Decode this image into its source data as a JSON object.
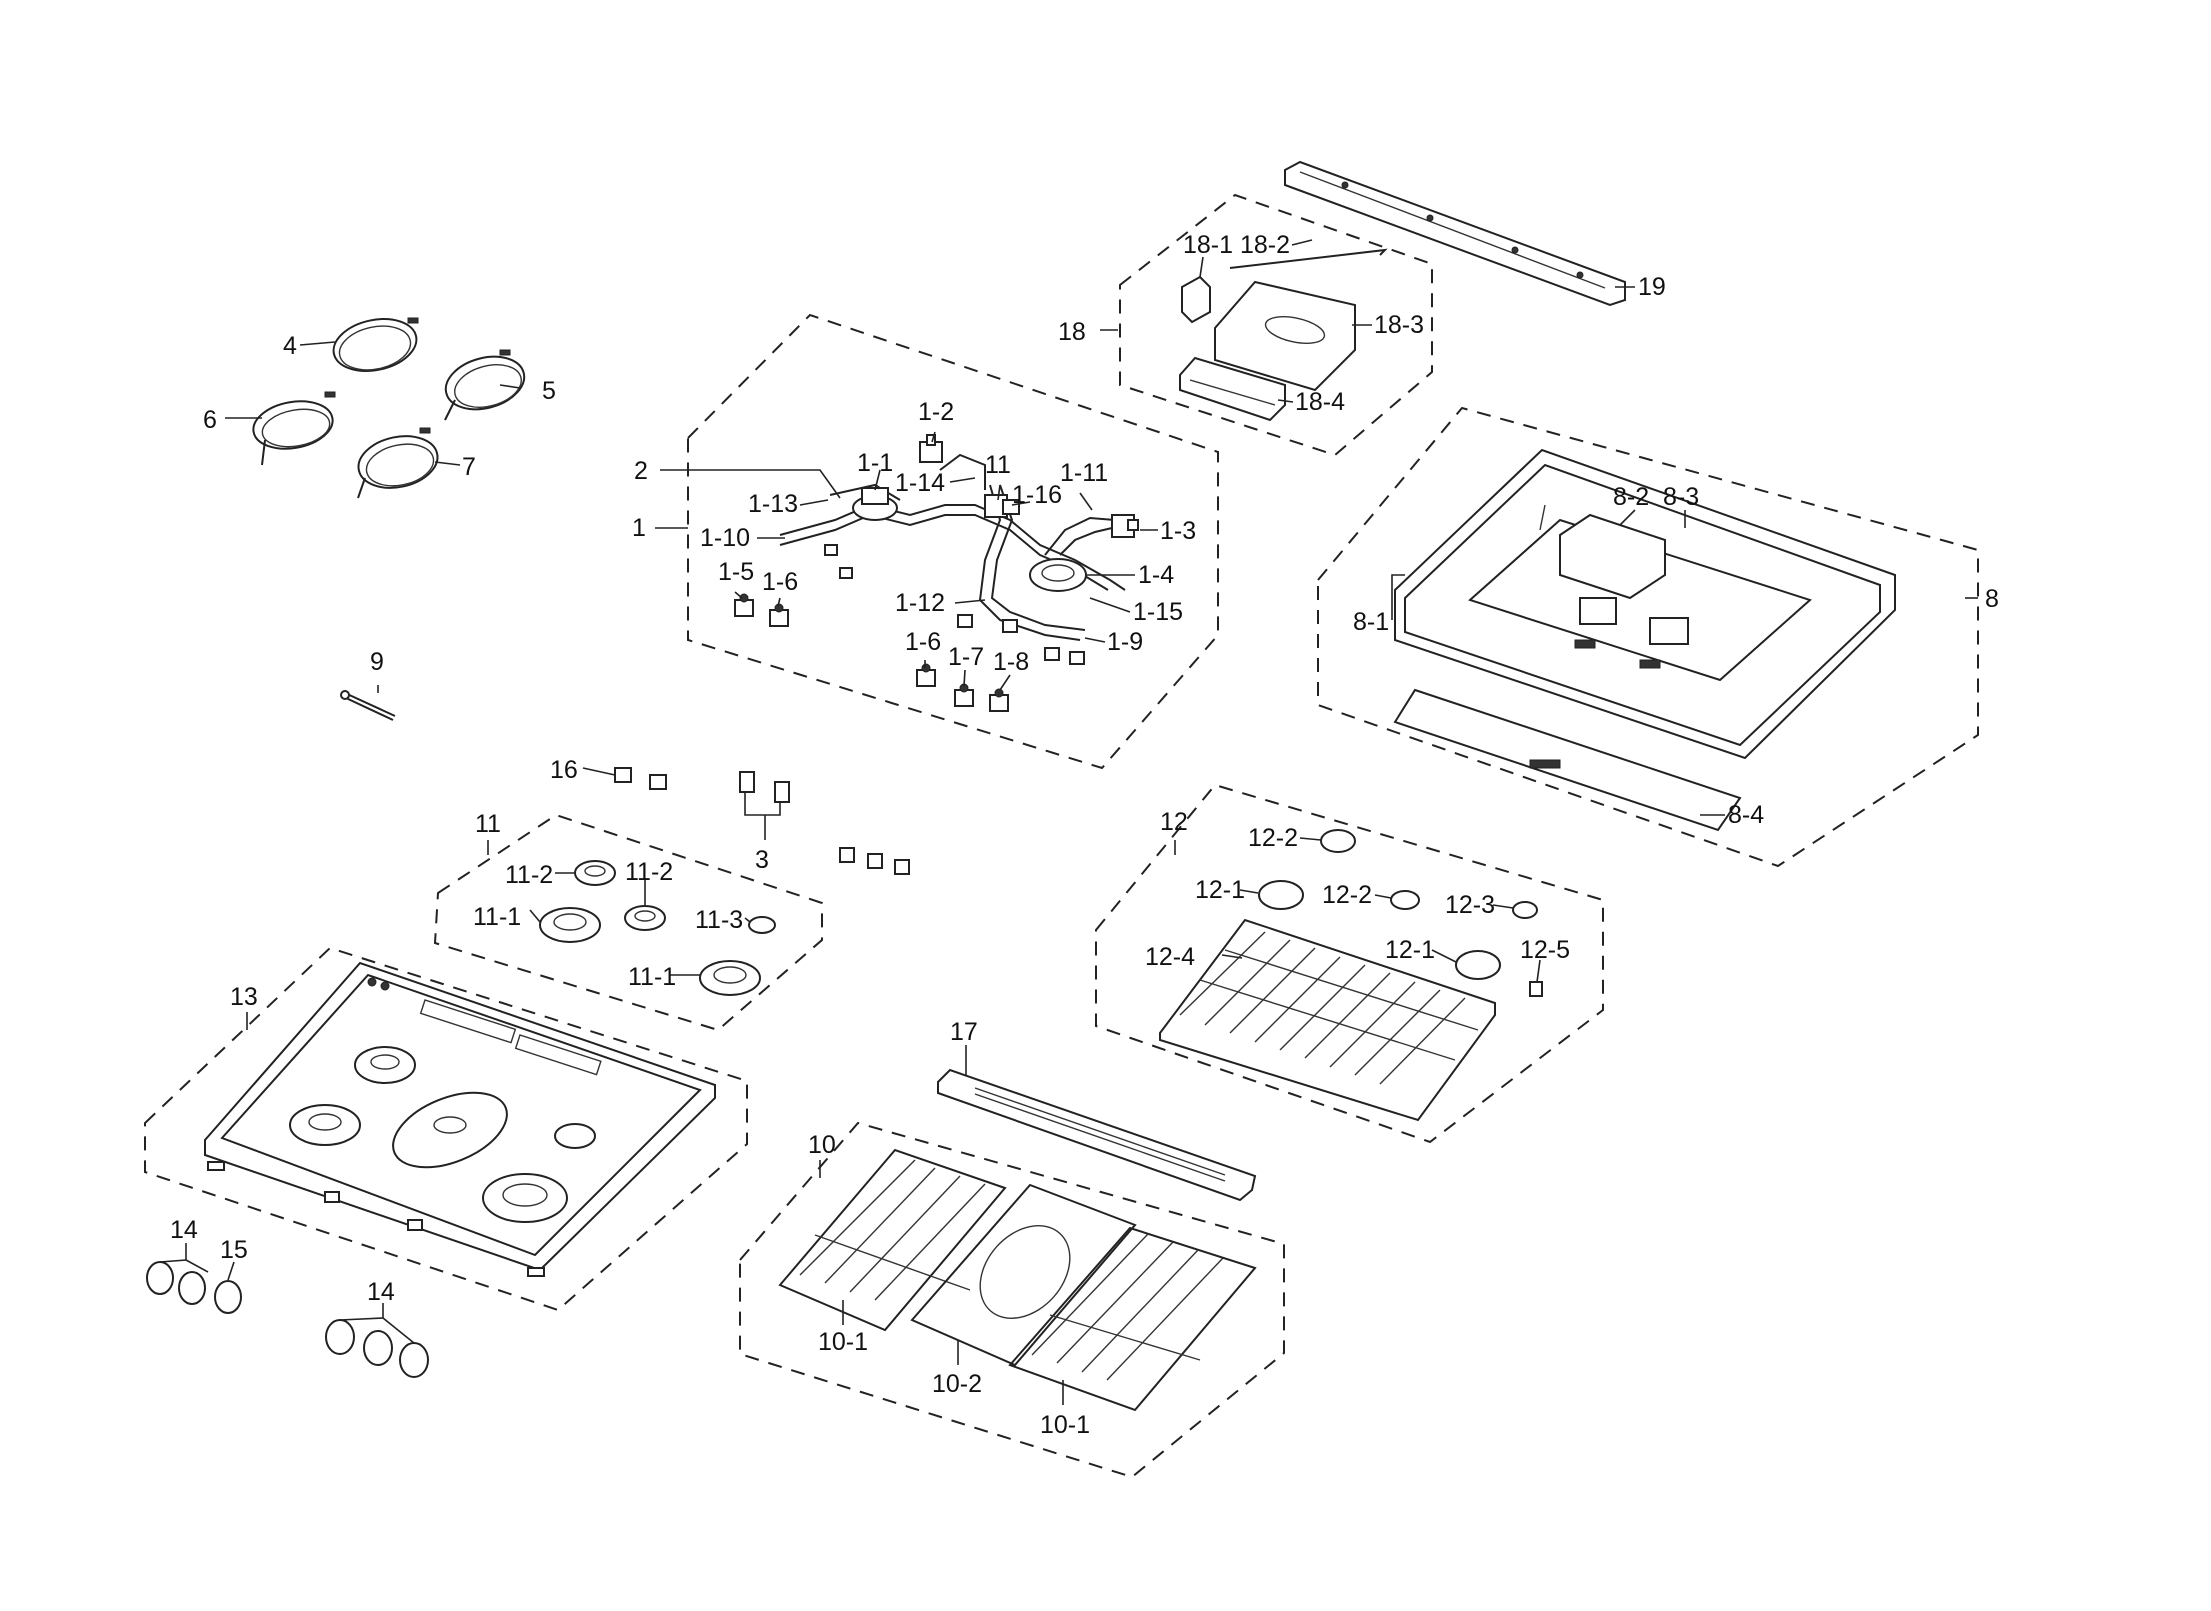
{
  "labels": {
    "l1": "1",
    "l1_1": "1-1",
    "l1_2": "1-2",
    "l1_3": "1-3",
    "l1_4": "1-4",
    "l1_5": "1-5",
    "l1_6a": "1-6",
    "l1_6b": "1-6",
    "l1_7": "1-7",
    "l1_8": "1-8",
    "l1_9": "1-9",
    "l1_10": "1-10",
    "l1_11": "1-11",
    "l1_12": "1-12",
    "l1_13": "1-13",
    "l1_14": "1-14",
    "l1_15": "1-15",
    "l1_16": "1-16",
    "l2": "2",
    "l3": "3",
    "l4": "4",
    "l5": "5",
    "l6": "6",
    "l7": "7",
    "l8": "8",
    "l8_1": "8-1",
    "l8_2": "8-2",
    "l8_3": "8-3",
    "l8_4": "8-4",
    "l9": "9",
    "l10": "10",
    "l10_1a": "10-1",
    "l10_1b": "10-1",
    "l10_2": "10-2",
    "l11a": "11",
    "l11b": "11",
    "l11_1a": "11-1",
    "l11_1b": "11-1",
    "l11_2a": "11-2",
    "l11_2b": "11-2",
    "l11_3": "11-3",
    "l12": "12",
    "l12_1a": "12-1",
    "l12_1b": "12-1",
    "l12_2a": "12-2",
    "l12_2b": "12-2",
    "l12_3": "12-3",
    "l12_4": "12-4",
    "l12_5": "12-5",
    "l13": "13",
    "l14a": "14",
    "l14b": "14",
    "l15": "15",
    "l16": "16",
    "l17": "17",
    "l18": "18",
    "l18_1": "18-1",
    "l18_2": "18-2",
    "l18_3": "18-3",
    "l18_4": "18-4",
    "l19": "19"
  }
}
